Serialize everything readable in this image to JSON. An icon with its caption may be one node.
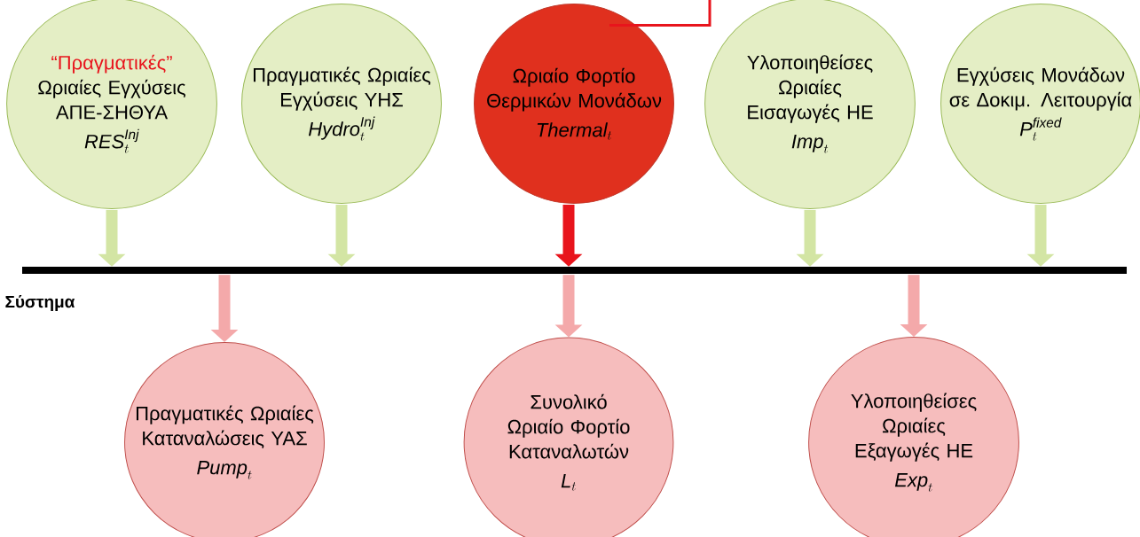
{
  "diagram": {
    "nodes": [
      {
        "text": [
          "“Πραγματικές”",
          "Ωριαίες Εγχύσεις ΑΠΕ-ΣΗΘΥΑ",
          "\\textit{RES}_t^{\\textit{Inj}}"
        ]
      },
      {
        "text": [
          "Πραγματικές Ωριαίες Εγχύσεις ΥΗΣ",
          "\\textit{Hydro}_t^{\\textit{Inj}}"
        ]
      },
      {
        "text": [
          "Ωριαίο Φορτίο Θερμικών Μονάδων",
          "\\textit{Thermal}_t"
        ]
      },
      {
        "text": [
          "Υλοποιηθείσες Ωριαίες Εισαγωγές ΗΕ",
          "\\textit{Imp}_t"
        ]
      },
      {
        "text": [
          "Εγχύσεις Μονάδων σε Δοκιμ. Λειτουργία",
          "\\textit{P}_t^{\\mathit{fixed}}"
        ]
      },
      {
        "text": [],
        "shape": "bar",
        "beside": [
          "Σύστημα"
        ]
      },
      {
        "text": [
          "Πραγματικές Ωριαίες Καταναλώσεις ΥΑΣ",
          "\\textit{Pump}_t"
        ]
      },
      {
        "text": [
          "Συνολικό Ωριαίο Φορτίο Καταναλωτών",
          "\\textit{L}_t"
        ]
      },
      {
        "text": [
          "Υλοποιηθείσες Ωριαίες Εξαγωγές ΗΕ",
          "\\textit{Exp}_t"
        ]
      }
    ],
    "edges": [
      {
        "from": 0,
        "to": 5,
        "arrow": "to",
        "color": "#d3e5a4"
      },
      {
        "from": 1,
        "to": 5,
        "arrow": "to",
        "color": "#d3e5a4"
      },
      {
        "from": 2,
        "to": 5,
        "arrow": "to",
        "color": "#e8141c"
      },
      {
        "from": 3,
        "to": 5,
        "arrow": "to",
        "color": "#d3e5a4"
      },
      {
        "from": 4,
        "to": 5,
        "arrow": "to",
        "color": "#d3e5a4"
      },
      {
        "from": 5,
        "to": 6,
        "arrow": "to",
        "color": "#f4a9aa"
      },
      {
        "from": 5,
        "to": 7,
        "arrow": "to",
        "color": "#f4a9aa"
      },
      {
        "from": 5,
        "to": 8,
        "arrow": "to",
        "color": "#f4a9aa"
      },
      {
        "from": null,
        "to": 2,
        "arrow": "none",
        "color": "#e8141c"
      }
    ]
  }
}
